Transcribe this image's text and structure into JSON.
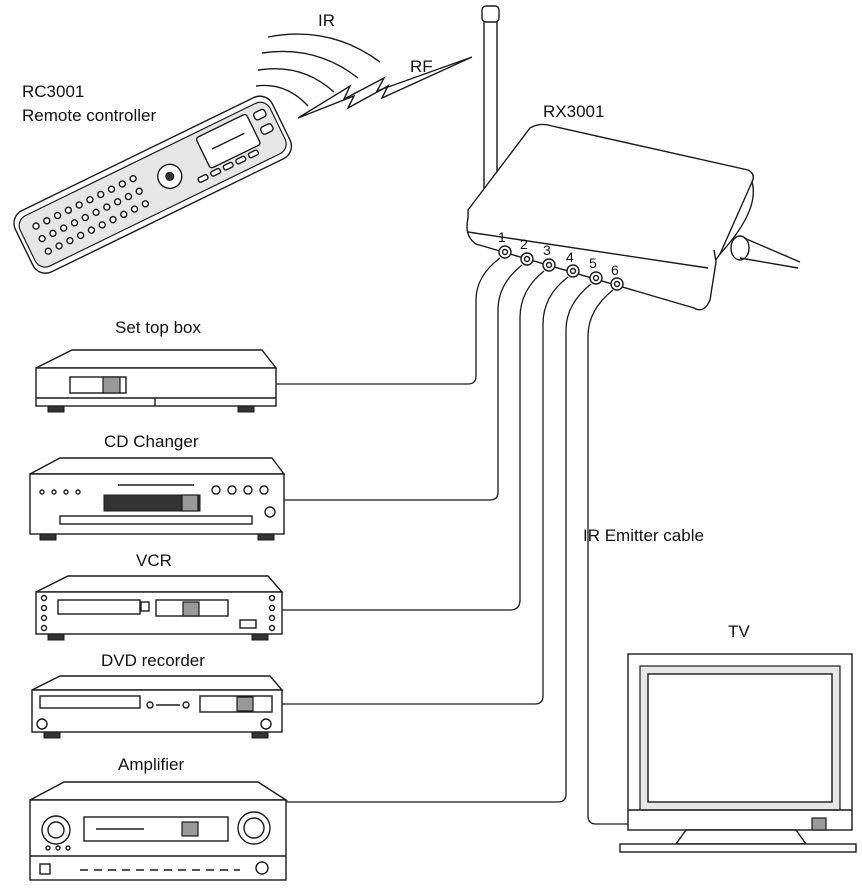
{
  "signals": {
    "ir": "IR",
    "rf": "RF"
  },
  "remote": {
    "model": "RC3001",
    "name": "Remote controller"
  },
  "receiver": {
    "model": "RX3001",
    "ports": [
      "1",
      "2",
      "3",
      "4",
      "5",
      "6"
    ]
  },
  "devices": {
    "set_top_box": "Set top box",
    "cd_changer": "CD Changer",
    "vcr": "VCR",
    "dvd_recorder": "DVD recorder",
    "amplifier": "Amplifier",
    "tv": "TV"
  },
  "cable_label": "IR Emitter cable"
}
